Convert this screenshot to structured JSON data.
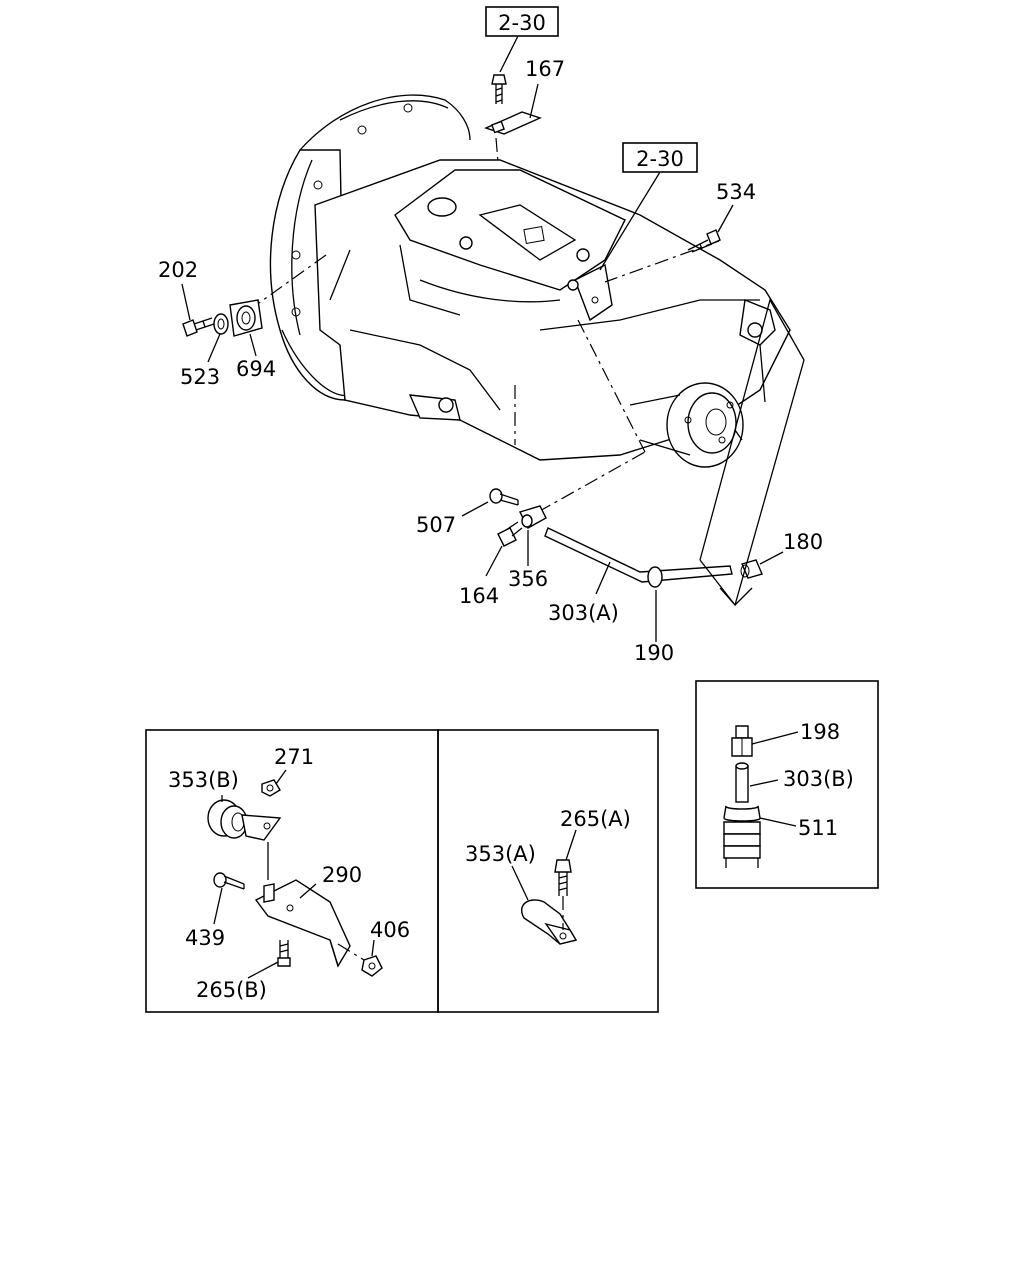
{
  "references": {
    "ref_top": "2-30",
    "ref_mid": "2-30"
  },
  "callouts": {
    "p167": "167",
    "p534": "534",
    "p202": "202",
    "p523": "523",
    "p694": "694",
    "p507": "507",
    "p164": "164",
    "p356": "356",
    "p303a": "303(A)",
    "p190": "190",
    "p180": "180",
    "p198": "198",
    "p303b": "303(B)",
    "p511": "511",
    "p271": "271",
    "p353b": "353(B)",
    "p290": "290",
    "p439": "439",
    "p406": "406",
    "p265b": "265(B)",
    "p265a": "265(A)",
    "p353a": "353(A)"
  }
}
